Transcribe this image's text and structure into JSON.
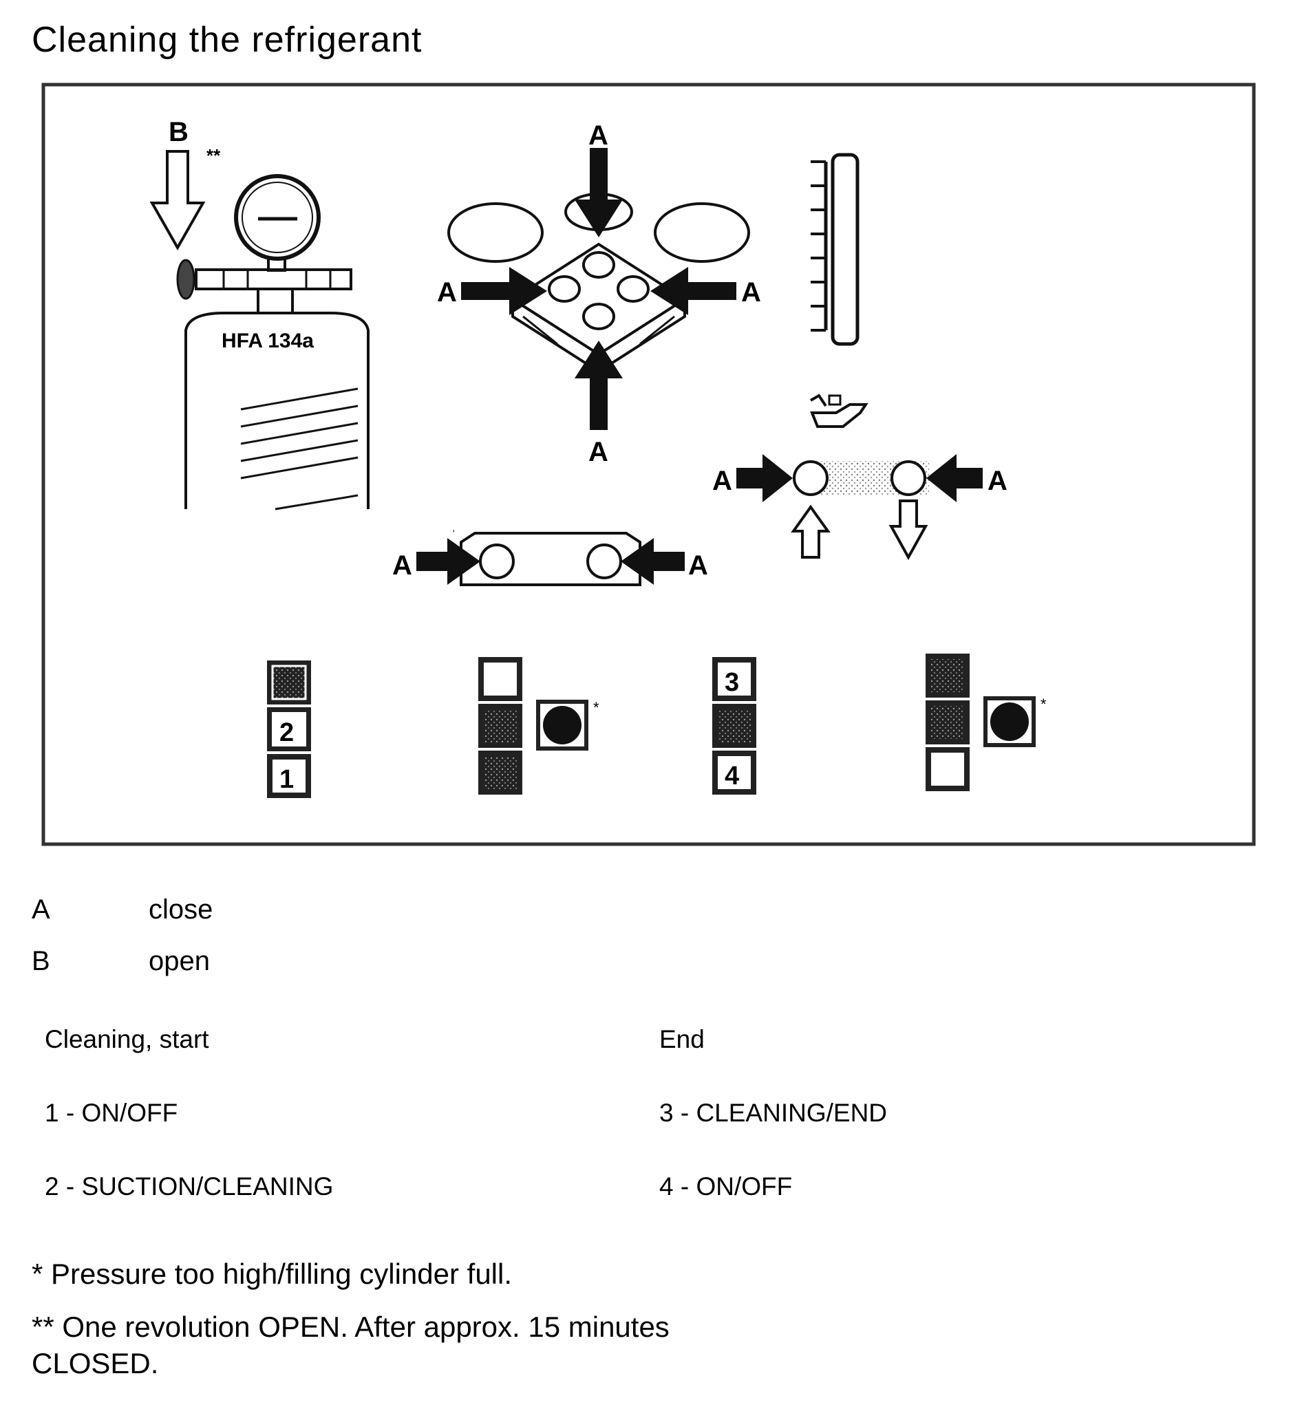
{
  "title": "Cleaning the refrigerant",
  "figure": {
    "cylinder_label": "HFA 134a",
    "valve_a": "A",
    "valve_b": "B",
    "marker_single": "*",
    "marker_double": "**",
    "keys": [
      "1",
      "2",
      "3",
      "4"
    ]
  },
  "legend": [
    {
      "key": "A",
      "value": "close"
    },
    {
      "key": "B",
      "value": "open"
    }
  ],
  "steps": {
    "start_heading": "Cleaning, start",
    "end_heading": "End",
    "start": [
      "1 - ON/OFF",
      "2 - SUCTION/CLEANING"
    ],
    "end": [
      "3 - CLEANING/END",
      "4 - ON/OFF"
    ]
  },
  "notes": {
    "single_star": "* Pressure too high/filling cylinder full.",
    "double_star_line1": "** One revolution OPEN. After approx. 15 minutes",
    "double_star_line2": "CLOSED."
  }
}
